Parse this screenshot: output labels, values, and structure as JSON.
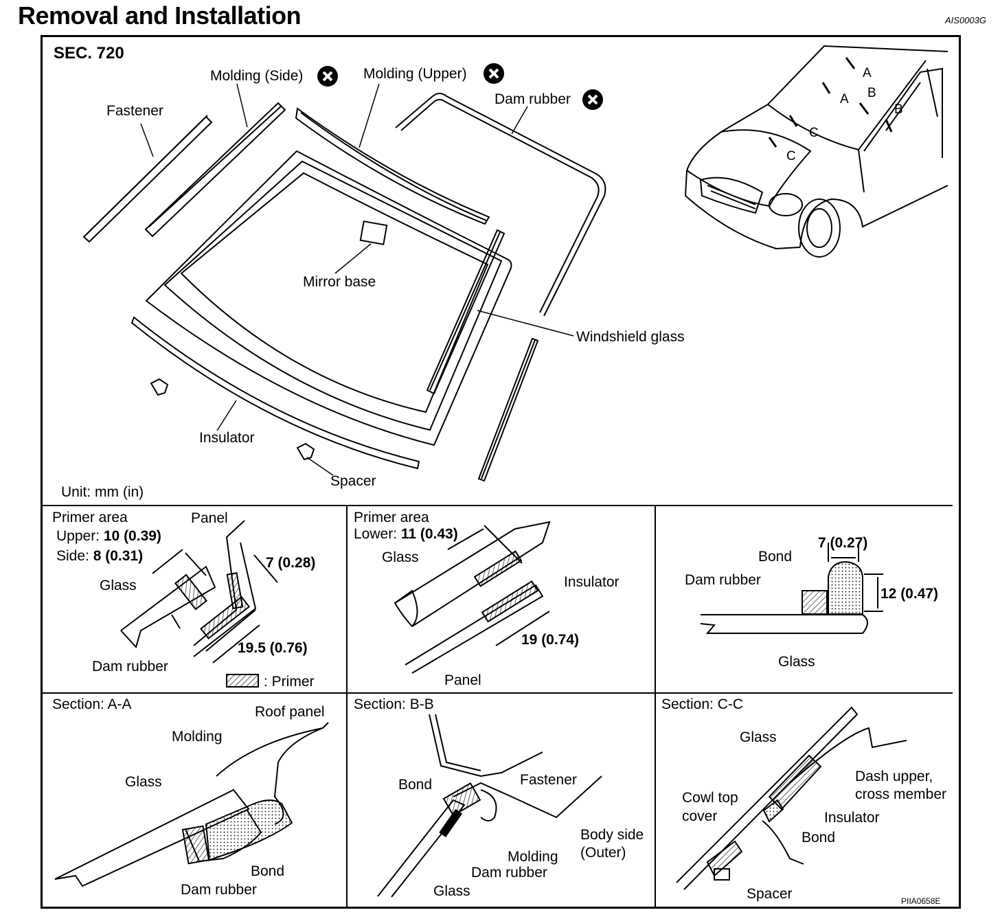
{
  "header": {
    "title": "Removal and Installation",
    "code": "AIS0003G"
  },
  "main_panel": {
    "section": "SEC. 720",
    "labels": {
      "fastener": "Fastener",
      "molding_side": "Molding (Side)",
      "molding_upper": "Molding (Upper)",
      "dam_rubber": "Dam rubber",
      "mirror_base": "Mirror base",
      "windshield_glass": "Windshield glass",
      "insulator": "Insulator",
      "spacer": "Spacer",
      "unit": "Unit: mm (in)"
    },
    "car_view_labels": {
      "a1": "A",
      "a2": "A",
      "b1": "B",
      "b2": "B",
      "c1": "C",
      "c2": "C"
    },
    "icons": [
      "x-circle-icon",
      "x-circle-icon",
      "x-circle-icon"
    ]
  },
  "primer_upper_side": {
    "title": "Primer area",
    "upper_label": "Upper:",
    "upper_value": "10 (0.39)",
    "side_label": "Side:",
    "side_value": "8 (0.31)",
    "panel": "Panel",
    "glass": "Glass",
    "dam_rubber": "Dam rubber",
    "dim_7": "7 (0.28)",
    "dim_195": "19.5 (0.76)",
    "primer_legend": ": Primer"
  },
  "primer_lower": {
    "title": "Primer area",
    "lower_label": "Lower:",
    "lower_value": "11 (0.43)",
    "glass": "Glass",
    "insulator": "Insulator",
    "dim_19": "19 (0.74)",
    "panel": "Panel"
  },
  "bond_detail": {
    "bond": "Bond",
    "dim_7": "7 (0.27)",
    "dam_rubber": "Dam rubber",
    "dim_12": "12 (0.47)",
    "glass": "Glass"
  },
  "section_aa": {
    "title": "Section: A-A",
    "roof_panel": "Roof panel",
    "molding": "Molding",
    "glass": "Glass",
    "bond": "Bond",
    "dam_rubber": "Dam rubber"
  },
  "section_bb": {
    "title": "Section: B-B",
    "bond": "Bond",
    "fastener": "Fastener",
    "body_side": "Body side",
    "outer": "(Outer)",
    "molding": "Molding",
    "dam_rubber": "Dam rubber",
    "glass": "Glass"
  },
  "section_cc": {
    "title": "Section: C-C",
    "glass": "Glass",
    "dash_upper": "Dash upper,",
    "cross_member": "cross member",
    "cowl_top": "Cowl top",
    "cover": "cover",
    "insulator": "Insulator",
    "bond": "Bond",
    "spacer": "Spacer",
    "figure_code": "PIIA0658E"
  }
}
